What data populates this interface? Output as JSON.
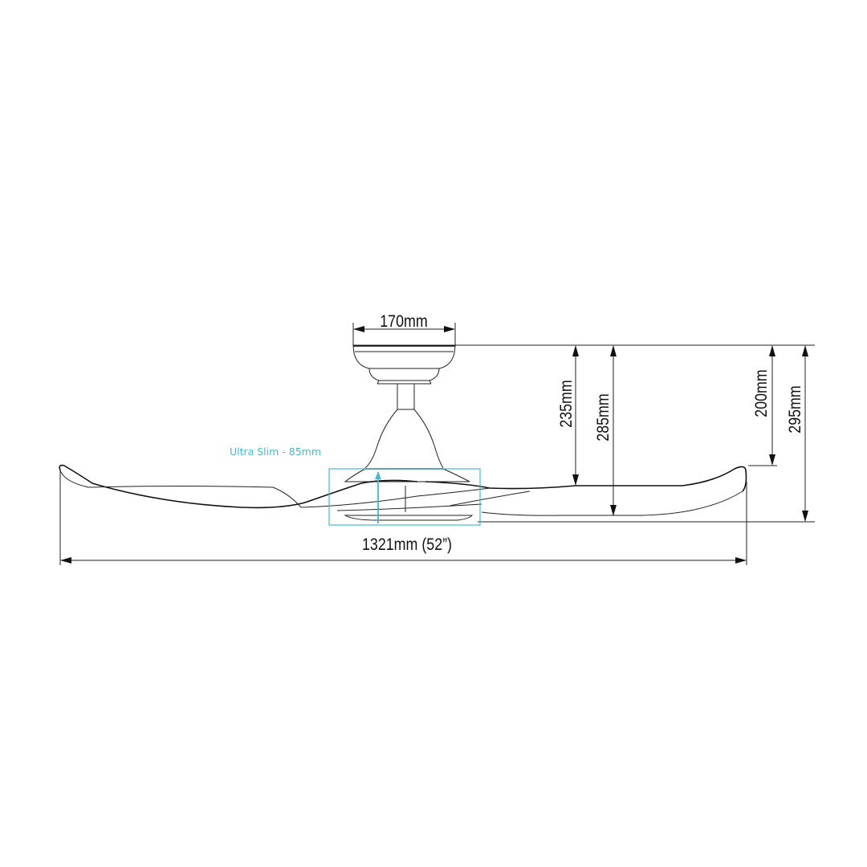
{
  "diagram": {
    "dimensions": {
      "canopy_width": "170mm",
      "blade_span": "1321mm (52”)",
      "height_to_blade_top": "235mm",
      "height_to_blade_bottom": "285mm",
      "height_to_blade_tip": "200mm",
      "overall_height": "295mm"
    },
    "callout": "Ultra Slim - 85mm",
    "colors": {
      "line": "#111111",
      "accent": "#4bb8c9",
      "background": "#ffffff"
    }
  }
}
